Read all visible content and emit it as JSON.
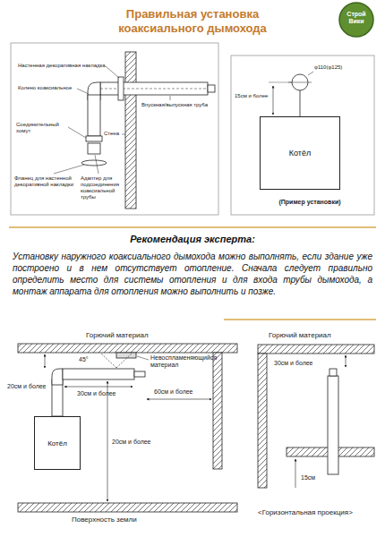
{
  "diagram": {
    "title": "Правильная установка коаксиального дымохода",
    "nodes": [
      {
        "text": [
          "Котёл"
        ]
      },
      {
        "text": [
          "Котёл"
        ]
      }
    ],
    "labels": [
      "Строй Вики",
      "Настенная декоративная накладка",
      "Колено коаксиальное",
      "Соединительный хомут",
      "Фланец для настенной декоративной накладки",
      "Адаптер для подсоединения коаксиальной трубы",
      "Впускная/выпускная труба",
      "Стена",
      "φ110(φ125)",
      "15см и более",
      "(Пример установки)",
      "Рекомендация эксперта:",
      "Установку наружного коаксиального дымохода можно выполнять, если здание уже построено и в нем отсутствует отопление. Сначала следует правильно определить место для системы отопления и для входа трубы дымохода, а монтаж аппарата для отопления можно выполнить и позже.",
      "Горючий материал",
      "Невоспламеняющийся материал",
      "45°",
      "20см и более",
      "30см и более",
      "60см и более",
      "20см и более",
      "Поверхность земли",
      "Горючий материал",
      "30см и более",
      "15см",
      "<Горизонтальная проекция>"
    ]
  }
}
